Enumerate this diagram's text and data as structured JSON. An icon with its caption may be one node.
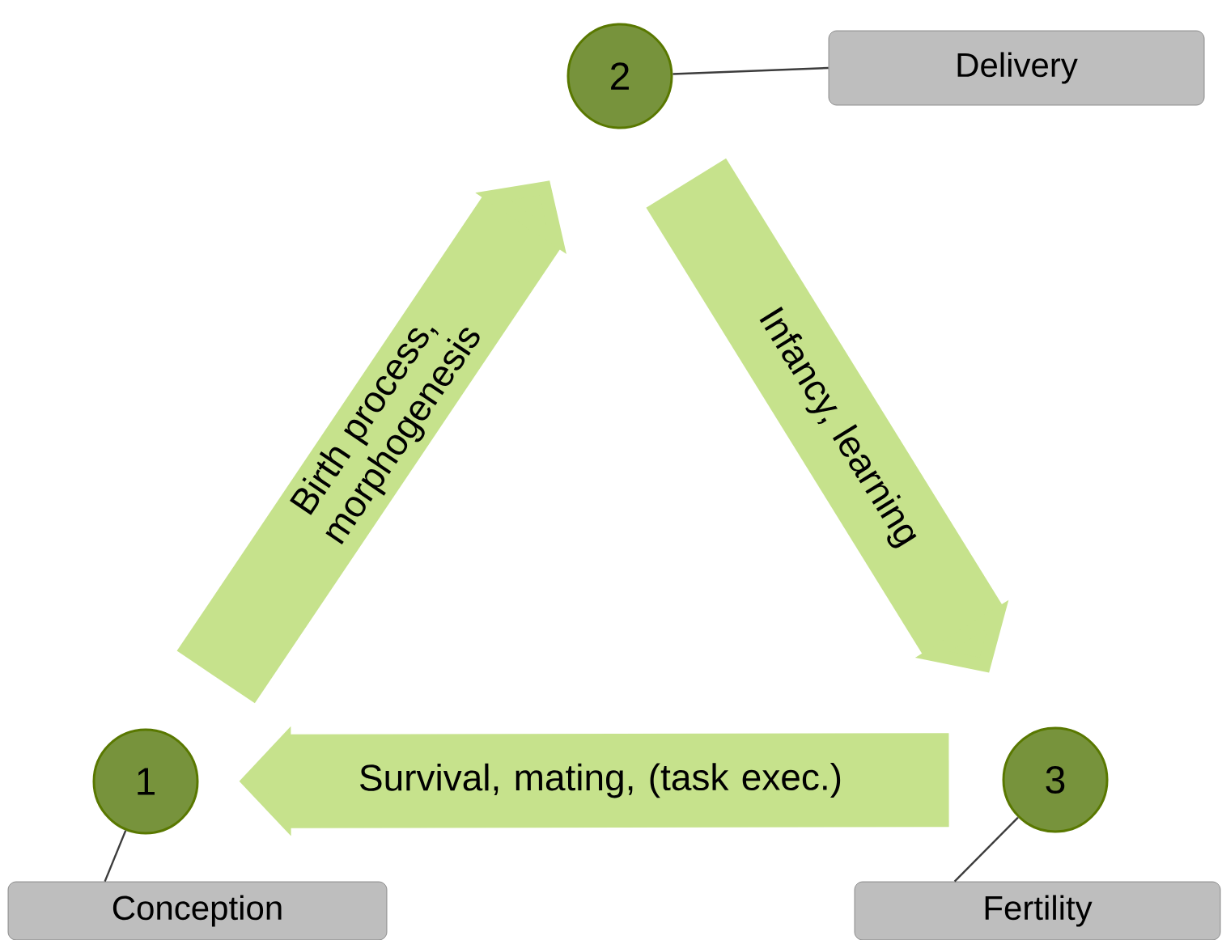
{
  "diagram": {
    "nodes": [
      {
        "text": [
          "2"
        ]
      },
      {
        "text": [
          "Delivery"
        ]
      },
      {
        "text": [
          "1"
        ]
      },
      {
        "text": [
          "Conception"
        ]
      },
      {
        "text": [
          "3"
        ]
      },
      {
        "text": [
          "Fertility"
        ]
      }
    ],
    "edges": [
      {
        "from": 1,
        "to": 0,
        "arrow": "none"
      },
      {
        "from": 3,
        "to": 2,
        "arrow": "none"
      },
      {
        "from": 5,
        "to": 4,
        "arrow": "none"
      },
      {
        "from": 2,
        "to": 0,
        "arrow": "to",
        "label": "Birth process, morphogenesis",
        "style": "thick",
        "color": "#c6e28c"
      },
      {
        "from": 0,
        "to": 4,
        "arrow": "to",
        "label": "Infancy, learning",
        "style": "thick",
        "color": "#c6e28c"
      },
      {
        "from": 4,
        "to": 2,
        "arrow": "to",
        "label": "Survival, mating, (task exec.)",
        "style": "thick",
        "color": "#c6e28c"
      }
    ]
  }
}
